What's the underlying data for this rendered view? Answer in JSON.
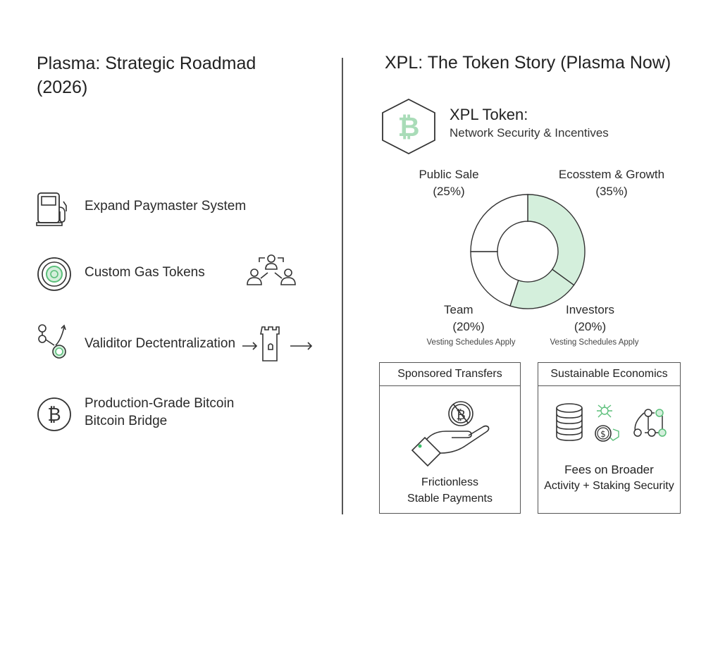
{
  "left": {
    "title_line1": "Plasma: Strategic Roadmad",
    "title_line2": "(2026)",
    "items": [
      {
        "label": "Expand Paymaster System",
        "icon": "fuel-pump-icon"
      },
      {
        "label": "Custom Gas Tokens",
        "icon": "target-token-icon"
      },
      {
        "label": "Validitor Dectentralization",
        "icon": "node-network-icon"
      },
      {
        "label_line1": "Production-Grade Bitcoin",
        "label_line2": "Bitcoin Bridge",
        "icon": "bitcoin-icon"
      }
    ]
  },
  "right": {
    "title": "XPL: The Token Story (Plasma Now)",
    "token_title": "XPL Token:",
    "token_subtitle": "Network Security & Incentives",
    "vesting_note": "Vesting Schedules Apply",
    "boxes": [
      {
        "header": "Sponsored Transfers",
        "line1": "Frictionless",
        "line2": "Stable Payments"
      },
      {
        "header": "Sustainable Economics",
        "line1": "Fees on Broader",
        "line2": "Activity + Staking Security"
      }
    ]
  },
  "colors": {
    "accent": "#d4efdc",
    "accent_stroke": "#5bbf7a",
    "ink": "#333333"
  },
  "chart_data": {
    "type": "pie",
    "title": "XPL allocation",
    "slices": [
      {
        "name": "Ecosstem & Growth",
        "value": 35,
        "label": "(35%)",
        "highlight": true
      },
      {
        "name": "Investors",
        "value": 20,
        "label": "(20%)",
        "highlight": true
      },
      {
        "name": "Team",
        "value": 20,
        "label": "(20%)",
        "highlight": false
      },
      {
        "name": "Public Sale",
        "value": 25,
        "label": "(25%)",
        "highlight": false
      }
    ]
  }
}
